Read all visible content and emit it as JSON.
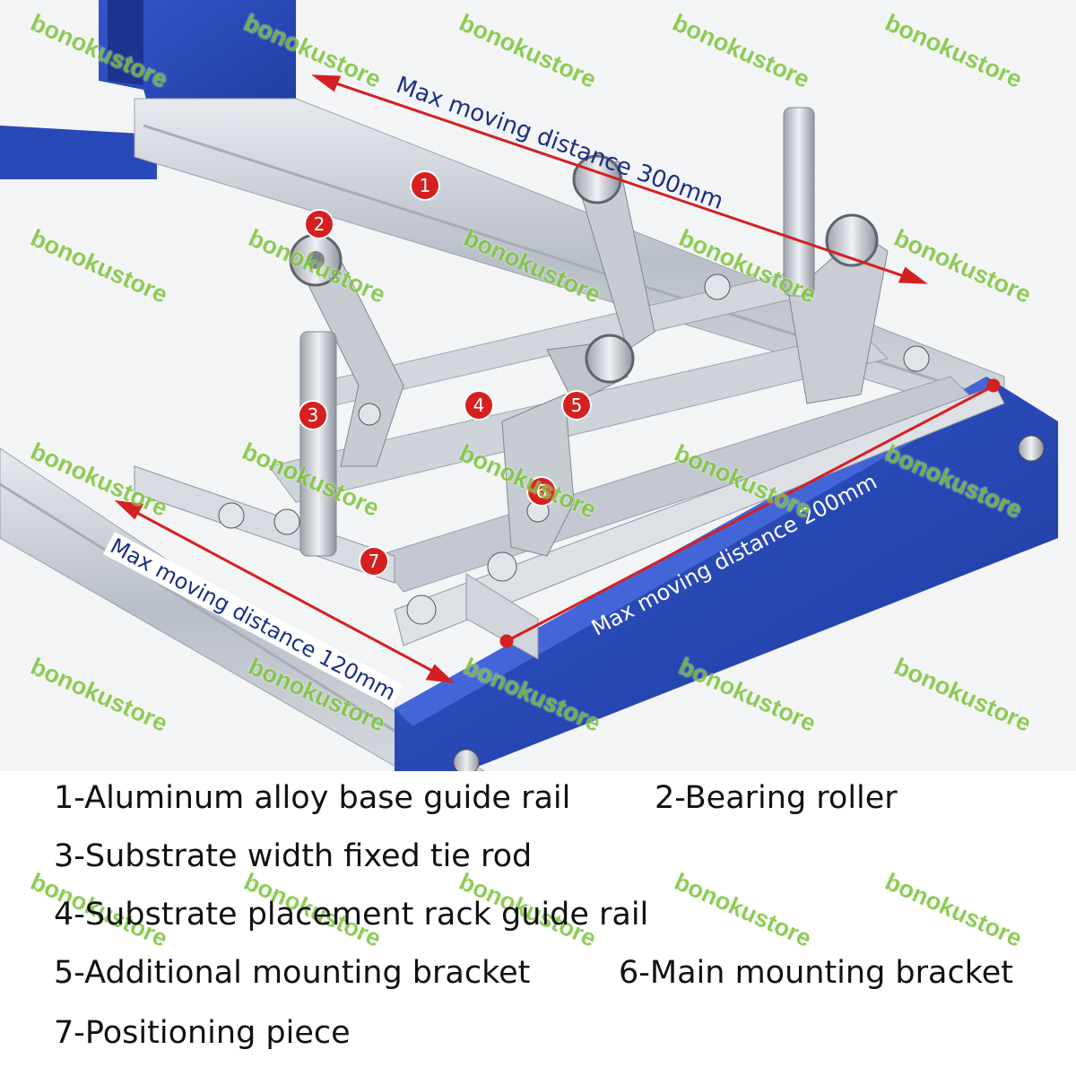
{
  "measurements": {
    "distance_300": "Max moving distance 300mm",
    "distance_200": "Max moving distance 200mm",
    "distance_120": "Max moving distance 120mm"
  },
  "markers": [
    "1",
    "2",
    "3",
    "4",
    "5",
    "6",
    "7"
  ],
  "watermark": "bonokustore",
  "legend": {
    "item1": "1-Aluminum alloy base guide rail",
    "item2": "2-Bearing roller",
    "item3": "3-Substrate width fixed tie rod",
    "item4": "4-Substrate placement rack guide rail",
    "item5": "5-Additional mounting bracket",
    "item6": "6-Main mounting bracket",
    "item7": "7-Positioning piece"
  },
  "colors": {
    "marker": "#d42020",
    "arrow": "#d42020",
    "base_blue": "#2a49b8",
    "rail": "#c9ced6",
    "watermark": "#7cc43a"
  }
}
